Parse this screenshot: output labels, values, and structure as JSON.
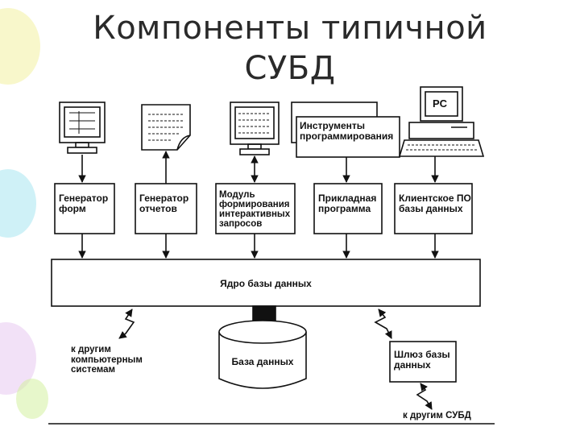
{
  "title": {
    "line1": "Компоненты типичной",
    "line2": "СУБД"
  },
  "icons": {
    "pc_label": "PC"
  },
  "boxes": {
    "form_gen": "Генератор форм",
    "report_gen": "Генератор отчетов",
    "module": "Модуль формирования интерактивных запросов",
    "app": "Прикладная программа",
    "client": "Клиентское ПО базы данных",
    "tools": "Инструменты программирования",
    "core": "Ядро базы данных",
    "db": "База данных",
    "gateway": "Шлюз базы данных"
  },
  "labels": {
    "other_systems": "к другим компьютерным системам",
    "other_dbms": "к другим СУБД"
  }
}
